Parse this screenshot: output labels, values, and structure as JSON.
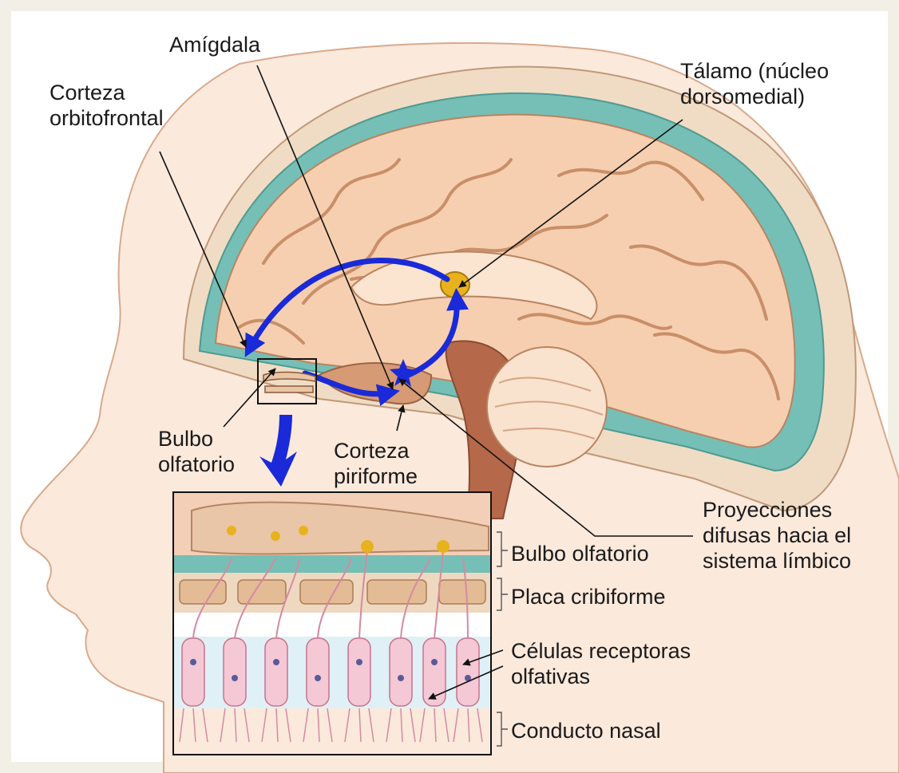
{
  "labels": {
    "amigdala": "Amígdala",
    "corteza_orbitofrontal": "Corteza\norbitofrontal",
    "talamo": "Tálamo (núcleo\ndorsomedial)",
    "bulbo_olfatorio_top": "Bulbo\nolfatorio",
    "corteza_piriforme": "Corteza\npiriforme",
    "proyecciones": "Proyecciones\ndifusas hacia el\nsistema límbico",
    "bulbo_olfatorio_inset": "Bulbo olfatorio",
    "placa_cribiforme": "Placa cribiforme",
    "celulas_receptoras": "Células receptoras\nolfativas",
    "conducto_nasal": "Conducto nasal"
  },
  "colors": {
    "background": "#f2efe6",
    "panel": "#ffffff",
    "skull_teal": "#76bfb6",
    "brain_tissue": "#f6cfb0",
    "brain_shadow": "#d69a74",
    "pathway_arrow": "#1a2ad8",
    "nucleus_yellow": "#e8b21c",
    "label_text": "#1a1a1a"
  }
}
